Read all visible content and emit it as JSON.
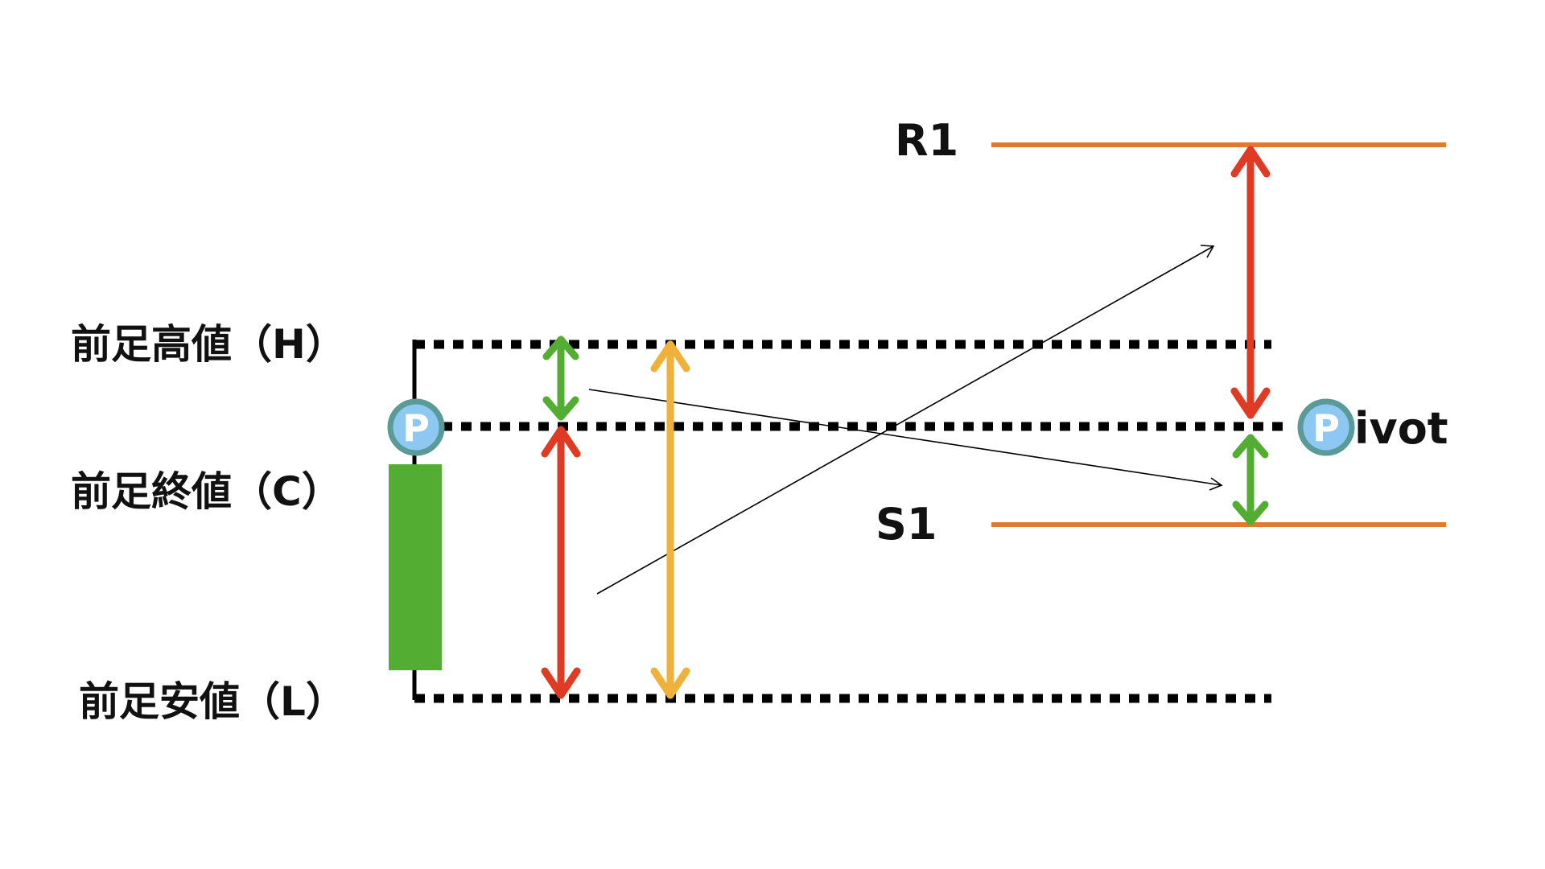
{
  "labels": {
    "prev_high": "前足高値（H）",
    "prev_close": "前足終値（C）",
    "prev_low": "前足安値（L）",
    "r1": "R1",
    "s1": "S1",
    "pivot_badge": "P",
    "pivot_suffix": "ivot"
  },
  "colors": {
    "candle_body": "#52ad32",
    "level_line": "#e07a2e",
    "arrow_red": "#df3b24",
    "arrow_green": "#52ad32",
    "arrow_orange": "#efb13a",
    "pivot_fill": "#8cc8f2",
    "pivot_stroke": "#5a9a97",
    "dotted_line": "#000000"
  },
  "icons": {
    "pivot_badge": "circle-p-icon",
    "double_arrow": "double-headed-arrow-icon"
  }
}
